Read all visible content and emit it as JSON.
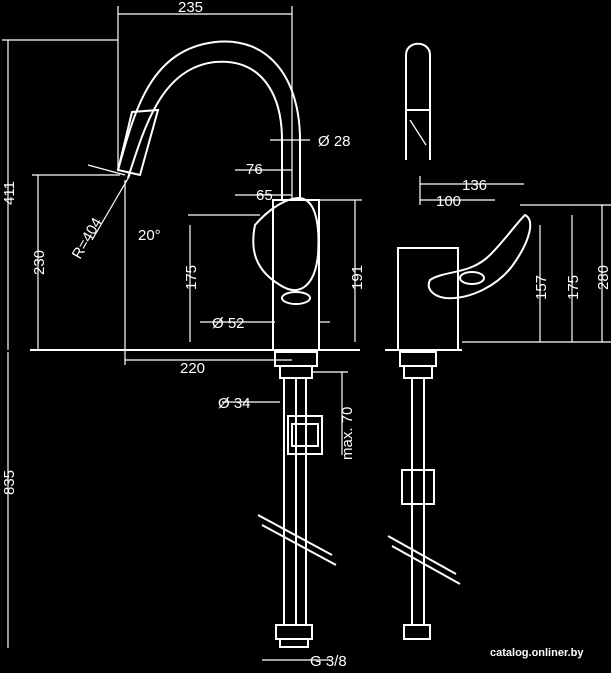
{
  "dimensions": {
    "top_width": "235",
    "total_height": "411",
    "spout_height": "230",
    "base_to_outlet": "220",
    "spout_diameter": "Ø 28",
    "handle_offset_76": "76",
    "handle_offset_65": "65",
    "handle_height_175_left": "175",
    "lever_height_191": "191",
    "base_diameter": "Ø 52",
    "radius_label": "R=404",
    "angle_label": "20°",
    "shank_diameter": "Ø 34",
    "max_thickness": "max. 70",
    "hose_length": "835",
    "connection": "G 3/8",
    "side_136": "136",
    "side_100": "100",
    "side_157": "157",
    "side_175": "175",
    "side_280": "280"
  },
  "watermark": "catalog.onliner.by",
  "colors": {
    "background": "#000000",
    "lines": "#ffffff"
  }
}
